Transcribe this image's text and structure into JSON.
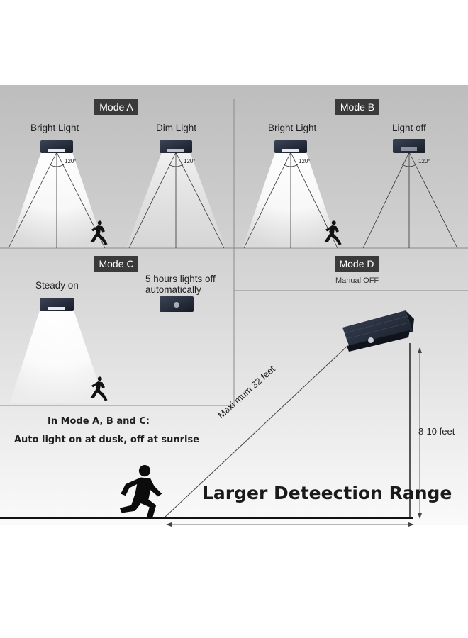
{
  "modes": {
    "a": {
      "tag": "Mode A",
      "left_label": "Bright Light",
      "right_label": "Dim Light"
    },
    "b": {
      "tag": "Mode B",
      "left_label": "Bright Light",
      "right_label": "Light off"
    },
    "c": {
      "tag": "Mode C",
      "left_label": "Steady on",
      "right_label_line1": "5 hours lights off",
      "right_label_line2": "automatically"
    },
    "d": {
      "tag": "Mode D",
      "sub_label": "Manual OFF"
    }
  },
  "angle": "120°",
  "notes": {
    "line1": "In Mode A, B and C:",
    "line2": "Auto light on at dusk, off at sunrise"
  },
  "detection": {
    "title": "Larger Deteection Range",
    "distance_label": "Maxi mum 32 feet",
    "height_label": "8-10 feet"
  },
  "colors": {
    "panel_bg": "#dcdcdc",
    "tag_bg": "#3a3a3a",
    "lamp": "#2a3140",
    "beam": "#ffffff"
  }
}
